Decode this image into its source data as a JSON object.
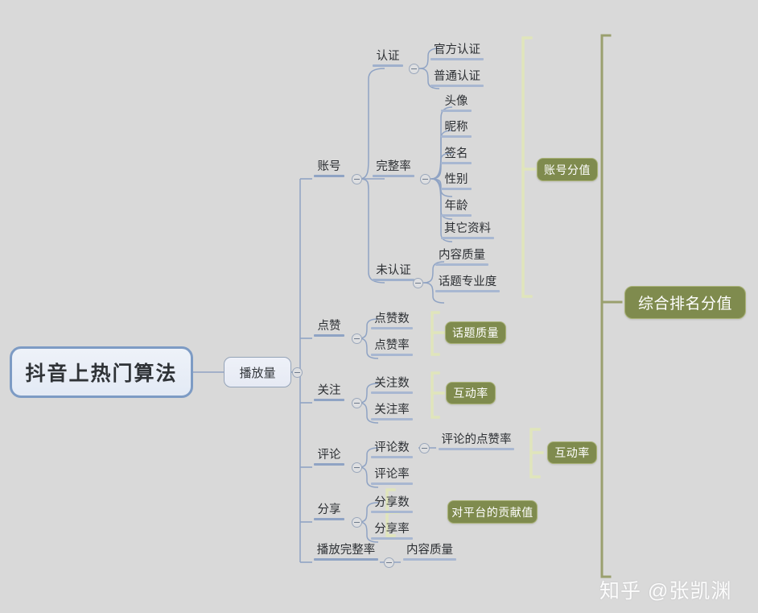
{
  "background_color": "#d9d9d9",
  "root": {
    "label": "抖音上热门算法"
  },
  "level1": {
    "label": "播放量"
  },
  "branches": [
    {
      "label": "账号",
      "children": [
        {
          "label": "认证",
          "children": [
            {
              "label": "官方认证"
            },
            {
              "label": "普通认证"
            }
          ]
        },
        {
          "label": "完整率",
          "children": [
            {
              "label": "头像"
            },
            {
              "label": "昵称"
            },
            {
              "label": "签名"
            },
            {
              "label": "性别"
            },
            {
              "label": "年龄"
            },
            {
              "label": "其它资料"
            }
          ]
        },
        {
          "label": "未认证",
          "children": [
            {
              "label": "内容质量"
            },
            {
              "label": "话题专业度"
            }
          ]
        }
      ]
    },
    {
      "label": "点赞",
      "children": [
        {
          "label": "点赞数"
        },
        {
          "label": "点赞率"
        }
      ]
    },
    {
      "label": "关注",
      "children": [
        {
          "label": "关注数"
        },
        {
          "label": "关注率"
        }
      ]
    },
    {
      "label": "评论",
      "children": [
        {
          "label": "评论数",
          "children": [
            {
              "label": "评论的点赞率"
            }
          ]
        },
        {
          "label": "评论率"
        }
      ]
    },
    {
      "label": "分享",
      "children": [
        {
          "label": "分享数"
        },
        {
          "label": "分享率"
        }
      ]
    },
    {
      "label": "播放完整率",
      "children": [
        {
          "label": "内容质量"
        }
      ]
    }
  ],
  "summaries": [
    {
      "label": "账号分值"
    },
    {
      "label": "话题质量"
    },
    {
      "label": "互动率"
    },
    {
      "label": "互动率"
    },
    {
      "label": "对平台的贡献值"
    },
    {
      "label": "综合排名分值"
    }
  ],
  "watermark": {
    "text": "知乎 @张凯渊"
  },
  "colors": {
    "background": "#d9d9d9",
    "root_border": "#7d9bc4",
    "node_fill": "#e8ecf5",
    "branch_line": "#8fa3c4",
    "badge_fill": "#7f8b4e",
    "badge_border": "#a9b277",
    "bracket_light": "#e3e7c0",
    "bracket_dark": "#9aa06e",
    "watermark": "#ffffff"
  }
}
